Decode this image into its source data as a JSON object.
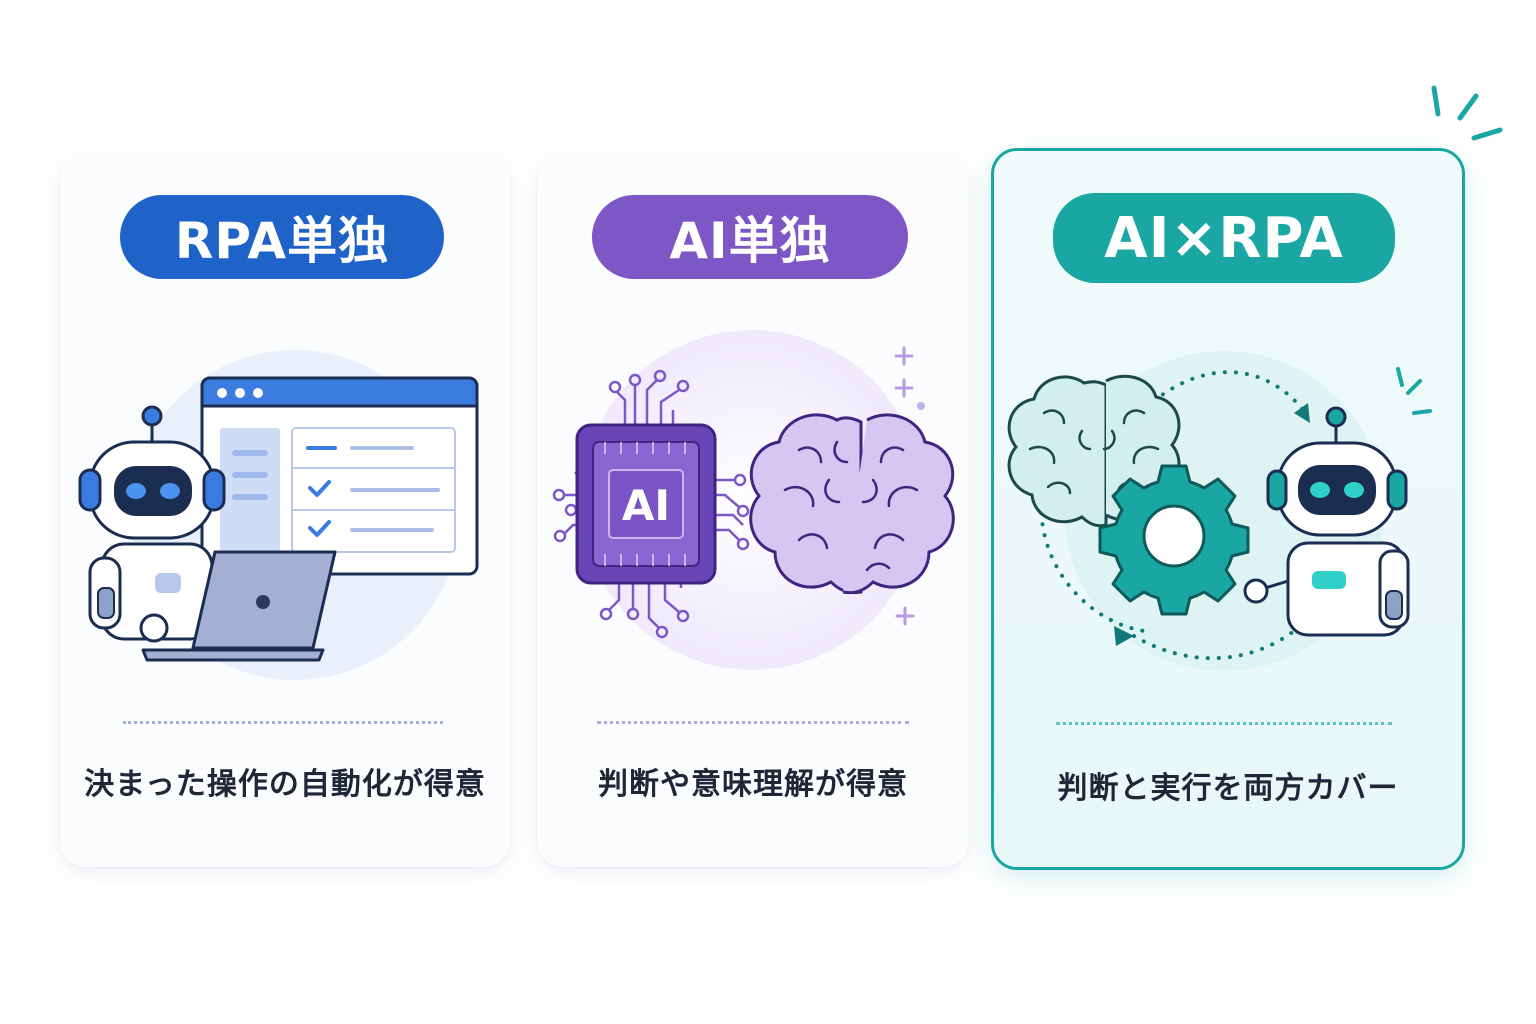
{
  "cards": [
    {
      "title": "RPA単独",
      "caption": "決まった操作の自動化が得意",
      "accent": "#1f63c9",
      "icons": [
        "robot-icon",
        "browser-window-icon",
        "checklist-icon",
        "laptop-icon"
      ]
    },
    {
      "title": "AI単独",
      "chip_label": "AI",
      "caption": "判断や意味理解が得意",
      "accent": "#7d57c6",
      "icons": [
        "ai-chip-icon",
        "brain-icon",
        "sparkle-plus-icon"
      ]
    },
    {
      "title": "AI×RPA",
      "caption": "判断と実行を両方カバー",
      "accent": "#1aa7a3",
      "highlighted": true,
      "icons": [
        "brain-icon",
        "gear-icon",
        "robot-icon",
        "cycle-arrows-icon"
      ]
    }
  ]
}
